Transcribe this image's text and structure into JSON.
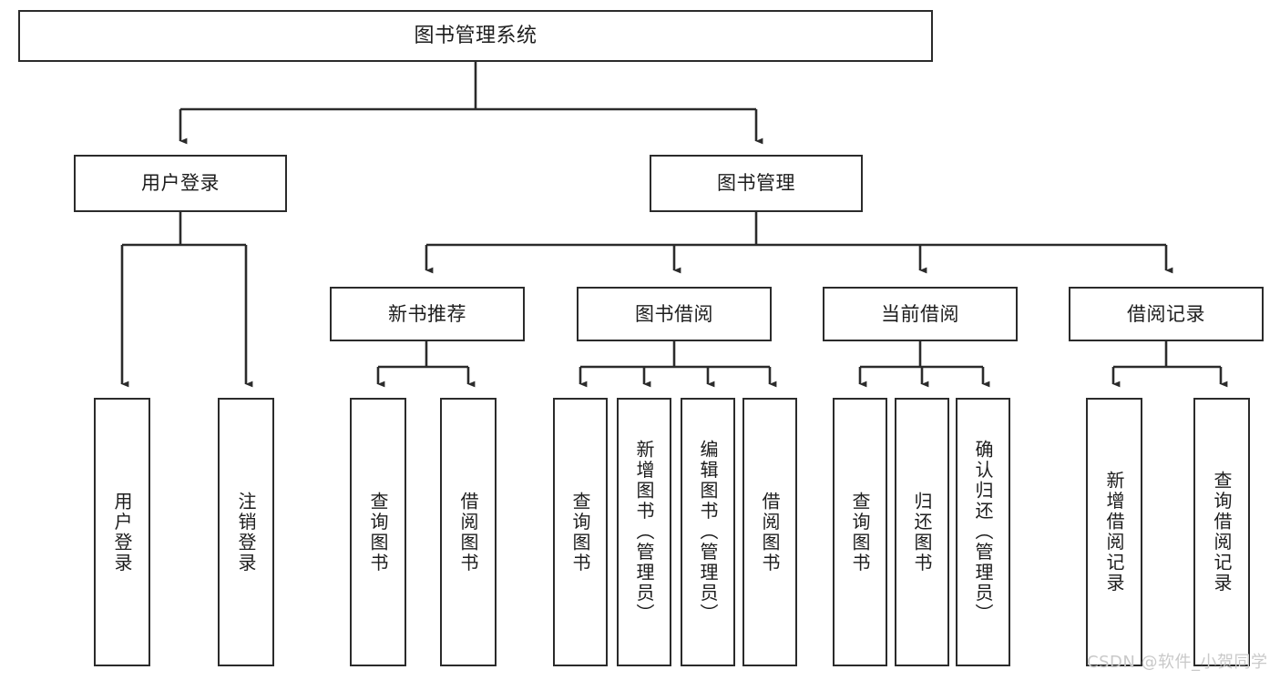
{
  "diagram": {
    "type": "tree-hierarchy-chart",
    "background_color": "#ffffff",
    "line_color": "#2b2b2b",
    "text_color": "#1d1d1d",
    "title": "图书管理系统",
    "nodes": {
      "root": {
        "label": "图书管理系统"
      },
      "level2": [
        {
          "label": "用户登录"
        },
        {
          "label": "图书管理"
        }
      ],
      "level3": [
        {
          "label": "新书推荐"
        },
        {
          "label": "图书借阅"
        },
        {
          "label": "当前借阅"
        },
        {
          "label": "借阅记录"
        }
      ],
      "leaves_user_login": [
        {
          "label": "用户登录"
        },
        {
          "label": "注销登录"
        }
      ],
      "leaves_new_book": [
        {
          "label": "查询图书"
        },
        {
          "label": "借阅图书"
        }
      ],
      "leaves_borrow": [
        {
          "label": "查询图书"
        },
        {
          "label": "新增图书（管理员）"
        },
        {
          "label": "编辑图书（管理员）"
        },
        {
          "label": "借阅图书"
        }
      ],
      "leaves_current": [
        {
          "label": "查询图书"
        },
        {
          "label": "归还图书"
        },
        {
          "label": "确认归还（管理员）"
        }
      ],
      "leaves_records": [
        {
          "label": "新增借阅记录"
        },
        {
          "label": "查询借阅记录"
        }
      ]
    },
    "watermark": "CSDN @软件_小贺同学"
  }
}
